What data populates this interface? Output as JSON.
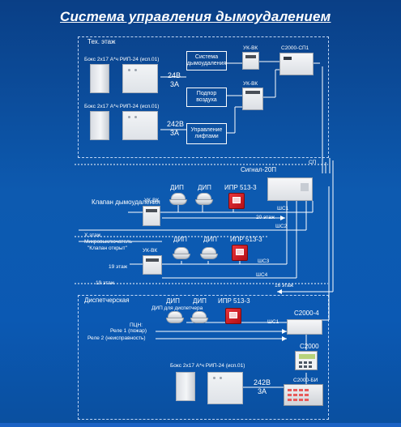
{
  "title": "Система управления  дымоудалением",
  "zones": {
    "tech_floor": "Тех. этаж",
    "dispatcher": "Диспетчерская"
  },
  "tech": {
    "box1_caption": "Бокс 2х17 А*ч  РИП-24 (исп.01)",
    "box2_caption": "Бокс 2х17 А*ч  РИП-24 (исп.01)",
    "psu1_voltage": "24В",
    "psu1_current": "3А",
    "psu2_voltage": "242В",
    "psu2_current": "3А",
    "smoke_removal_system": "Система дымоудаления",
    "air_supply": "Подпор воздуха",
    "elevator_control": "Управление лифтами",
    "ukvk_1": "УК-ВК",
    "ukvk_2": "УК-ВК",
    "s2000sp1": "С2000-СП1"
  },
  "floors": {
    "signal20p": "Сигнал-20П",
    "smoke_valve": "Клапан дымоудаления",
    "ukvk_3": "УК-ВК",
    "ukvk_4": "УК-ВК",
    "dip_a": "ДИП",
    "dip_b": "ДИП",
    "dip_c": "ДИП",
    "dip_d": "ДИП",
    "ipr_1": "ИПР 513-3",
    "ipr_2": "ИПР 513-3",
    "shs1": "ШС1",
    "shs2": "ШС2",
    "shs3": "ШС3",
    "shs4": "ШС4",
    "floor20": "20 этаж",
    "floor19": "19 этаж",
    "floor19b": "19 этаж",
    "floor16": "16 этаж",
    "limit_switch_1": "Микровыключатель",
    "limit_switch_2": "\"Клапан открыт\"",
    "x_mark": "Х этаж",
    "sp": "СП"
  },
  "dispatch": {
    "dip_for_dispatcher": "ДИП для диспетчера",
    "dip_2": "ДИП",
    "ipr": "ИПР 513-3",
    "s2000_4": "С2000-4",
    "shs1": "ШС1",
    "pcn": "ПЦН:",
    "relay1": "Реле 1 (пожар)",
    "relay2": "Реле 2 (неисправность)",
    "s2000": "С2000",
    "s2000bi": "С2000-БИ",
    "box_caption": "Бокс 2х17 А*ч  РИП-24 (исп.01)",
    "psu_voltage": "242В",
    "psu_current": "3А"
  },
  "colors": {
    "background_top": "#0a3f86",
    "background_bottom": "#0b59b3",
    "wire": "#ffffff",
    "manual_call_point": "#d61f26"
  }
}
